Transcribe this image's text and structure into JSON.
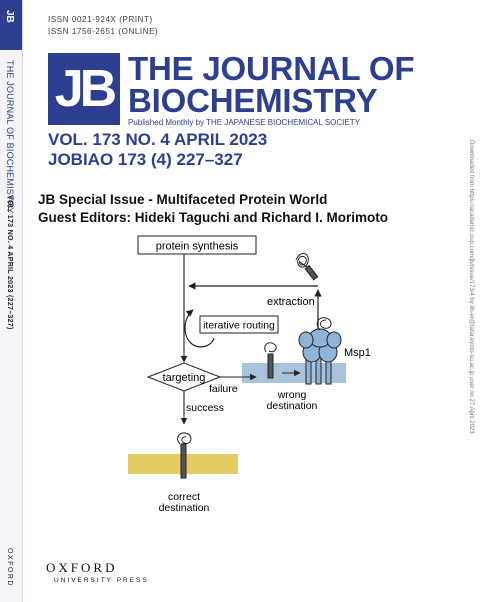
{
  "spine": {
    "top_letters": "JB",
    "title": "THE JOURNAL OF BIOCHEMISTRY",
    "issue": "VOL. 173  NO. 4  APRIL 2023    (227–327)",
    "publisher": "OXFORD"
  },
  "header": {
    "issn_print": "ISSN 0021-924X  (PRINT)",
    "issn_online": "ISSN 1756-2651 (ONLINE)",
    "logo": "JB",
    "title_line1": "THE JOURNAL OF",
    "title_line2": "BIOCHEMISTRY",
    "tagline": "Published Monthly by THE JAPANESE BIOCHEMICAL SOCIETY",
    "volume_line": "VOL. 173   NO. 4   APRIL 2023",
    "coden_line": "JOBIAO 173 (4) 227–327"
  },
  "download_note": "Downloaded from https://academic.oup.com/jb/issue/173/4 by lib-er@tafar.kyoto-su.ac.jp user on 27 April 2023",
  "special_issue": {
    "title": "JB Special Issue - Multifaceted Protein World",
    "editors": "Guest Editors: Hideki Taguchi and Richard I. Morimoto"
  },
  "diagram": {
    "protein_synthesis": "protein synthesis",
    "extraction": "extraction",
    "iterative_routing": "iterative routing",
    "msp1": "Msp1",
    "targeting": "targeting",
    "failure": "failure",
    "success": "success",
    "wrong_destination_1": "wrong",
    "wrong_destination_2": "destination",
    "correct_destination_1": "correct",
    "correct_destination_2": "destination",
    "colors": {
      "membrane_blue": "#a9c3dc",
      "membrane_gold": "#e2cc63",
      "msp1_blue": "#8eb4d8",
      "outline": "#222222"
    }
  },
  "footer": {
    "publisher": "OXFORD",
    "publisher_sub": "UNIVERSITY PRESS"
  }
}
